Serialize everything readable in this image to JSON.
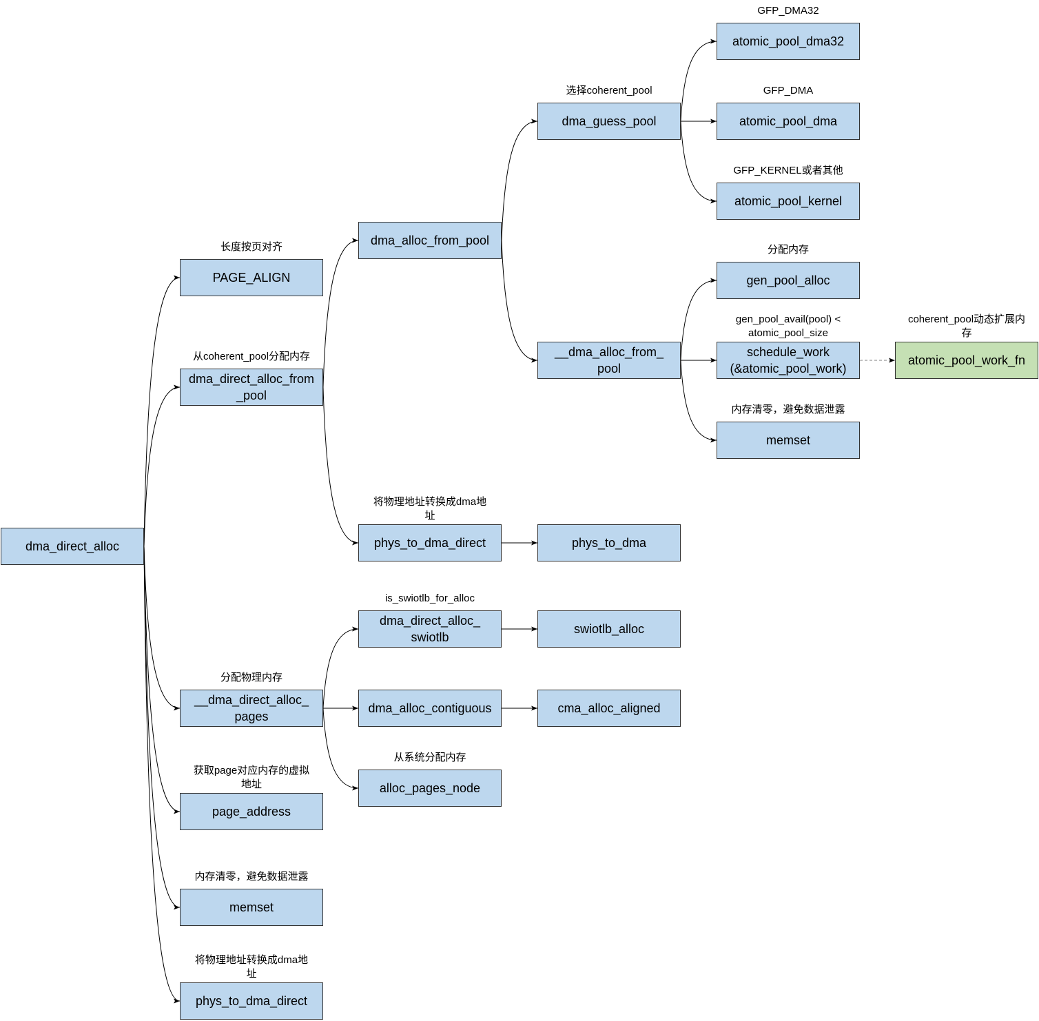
{
  "colors": {
    "node_fill": "#BDD7EE",
    "highlight_fill": "#C5E0B4",
    "node_border": "#333333",
    "edge": "#000000",
    "dashed_edge": "#808080"
  },
  "nodes": {
    "root": {
      "text": "dma_direct_alloc"
    },
    "page_align": {
      "label": "长度按页对齐",
      "text": "PAGE_ALIGN"
    },
    "direct_alloc_from_pool": {
      "label": "从coherent_pool分配内存",
      "text": "dma_direct_alloc_from\n_pool"
    },
    "direct_alloc_pages": {
      "label": "分配物理内存",
      "text": "__dma_direct_alloc_\npages"
    },
    "page_address": {
      "label": "获取page对应内存的虚拟\n地址",
      "text": "page_address"
    },
    "memset_direct": {
      "label": "内存清零，避免数据泄露",
      "text": "memset"
    },
    "phys_to_dma_direct_2": {
      "label": "将物理地址转换成dma地\n址",
      "text": "phys_to_dma_direct"
    },
    "dma_alloc_from_pool": {
      "text": "dma_alloc_from_pool"
    },
    "phys_to_dma_direct_1": {
      "label": "将物理地址转换成dma地\n址",
      "text": "phys_to_dma_direct"
    },
    "direct_alloc_swiotlb": {
      "label": "is_swiotlb_for_alloc",
      "text": "dma_direct_alloc_\nswiotlb"
    },
    "alloc_contiguous": {
      "text": "dma_alloc_contiguous"
    },
    "alloc_pages_node": {
      "label": "从系统分配内存",
      "text": "alloc_pages_node"
    },
    "guess_pool": {
      "label": "选择coherent_pool",
      "text": "dma_guess_pool"
    },
    "inner_alloc_from_pool": {
      "text": "__dma_alloc_from_\npool"
    },
    "phys_to_dma": {
      "text": "phys_to_dma"
    },
    "swiotlb_alloc": {
      "text": "swiotlb_alloc"
    },
    "cma_alloc_aligned": {
      "text": "cma_alloc_aligned"
    },
    "pool_dma32": {
      "label": "GFP_DMA32",
      "text": "atomic_pool_dma32"
    },
    "pool_dma": {
      "label": "GFP_DMA",
      "text": "atomic_pool_dma"
    },
    "pool_kernel": {
      "label": "GFP_KERNEL或者其他",
      "text": "atomic_pool_kernel"
    },
    "gen_pool_alloc": {
      "label": "分配内存",
      "text": "gen_pool_alloc"
    },
    "schedule_work": {
      "label": "gen_pool_avail(pool) <\natomic_pool_size",
      "text": "schedule_work\n(&atomic_pool_work)"
    },
    "memset_pool": {
      "label": "内存清零，避免数据泄露",
      "text": "memset"
    },
    "pool_work_fn": {
      "label": "coherent_pool动态扩展内\n存",
      "text": "atomic_pool_work_fn"
    }
  }
}
